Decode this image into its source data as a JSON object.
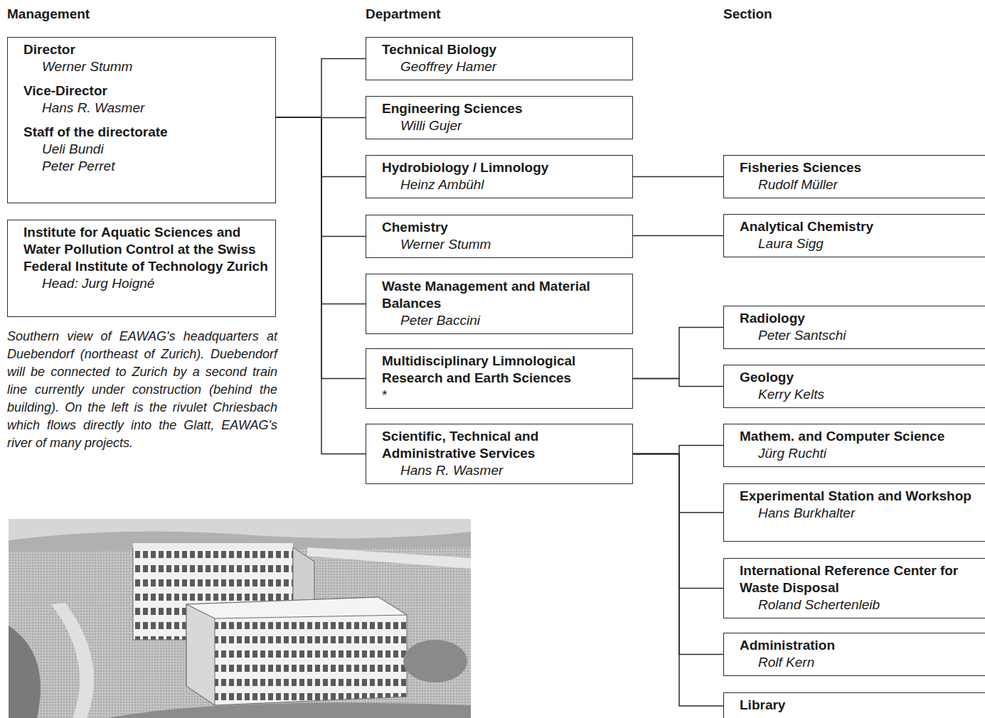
{
  "diagram": {
    "nodes": [
      {
        "text": [
          "Director",
          "Werner Stumm",
          "Vice-Director",
          "Hans R. Wasmer",
          "Staff of the directorate",
          "Ueli Bundi",
          "Peter Perret"
        ]
      },
      {
        "text": [
          "Institute for Aquatic Sciences and Water Pollution Control at the Swiss Federal Institute of Technology Zurich",
          "Head: Jurg Hoigné"
        ]
      },
      {
        "text": [
          "Technical Biology",
          "Geoffrey Hamer"
        ]
      },
      {
        "text": [
          "Engineering Sciences",
          "Willi Gujer"
        ]
      },
      {
        "text": [
          "Hydrobiology / Limnology",
          "Heinz Ambühl"
        ]
      },
      {
        "text": [
          "Chemistry",
          "Werner Stumm"
        ]
      },
      {
        "text": [
          "Waste Management and Material Balances",
          "Peter Baccini"
        ]
      },
      {
        "text": [
          "Multidisciplinary Limnological Research and Earth Sciences",
          "*"
        ]
      },
      {
        "text": [
          "Scientific, Technical and Administrative Services",
          "Hans R. Wasmer"
        ]
      },
      {
        "text": [
          "Fisheries Sciences",
          "Rudolf Müller"
        ]
      },
      {
        "text": [
          "Analytical Chemistry",
          "Laura Sigg"
        ]
      },
      {
        "text": [
          "Radiology",
          "Peter Santschi"
        ]
      },
      {
        "text": [
          "Geology",
          "Kerry Kelts"
        ]
      },
      {
        "text": [
          "Mathem. and Computer Science",
          "Jürg Ruchti"
        ]
      },
      {
        "text": [
          "Experimental Station and Workshop",
          "Hans Burkhalter"
        ]
      },
      {
        "text": [
          "International Reference Center for Waste Disposal",
          "Roland Schertenleib"
        ]
      },
      {
        "text": [
          "Administration",
          "Rolf Kern"
        ]
      },
      {
        "text": [
          "Library"
        ]
      }
    ],
    "edges": [
      {
        "from": 0,
        "to": 2,
        "arrow": "none"
      },
      {
        "from": 0,
        "to": 3,
        "arrow": "none"
      },
      {
        "from": 0,
        "to": 4,
        "arrow": "none"
      },
      {
        "from": 0,
        "to": 5,
        "arrow": "none"
      },
      {
        "from": 0,
        "to": 6,
        "arrow": "none"
      },
      {
        "from": 0,
        "to": 7,
        "arrow": "none"
      },
      {
        "from": 0,
        "to": 8,
        "arrow": "none"
      },
      {
        "from": 4,
        "to": 9,
        "arrow": "none"
      },
      {
        "from": 5,
        "to": 10,
        "arrow": "none"
      },
      {
        "from": 7,
        "to": 11,
        "arrow": "none"
      },
      {
        "from": 7,
        "to": 12,
        "arrow": "none"
      },
      {
        "from": 8,
        "to": 13,
        "arrow": "none"
      },
      {
        "from": 8,
        "to": 14,
        "arrow": "none"
      },
      {
        "from": 8,
        "to": 15,
        "arrow": "none"
      },
      {
        "from": 8,
        "to": 16,
        "arrow": "none"
      },
      {
        "from": 8,
        "to": 17,
        "arrow": "none"
      }
    ],
    "labels": [
      "Management",
      "Department",
      "Section",
      "Southern view of EAWAG's headquarters at Duebendorf (northeast of Zurich). Duebendorf will be connected to Zurich by a second train line currently under construction (behind the building). On the left is the rivulet Chriesbach which flows directly into the Glatt, EAWAG's river of many projects."
    ]
  }
}
